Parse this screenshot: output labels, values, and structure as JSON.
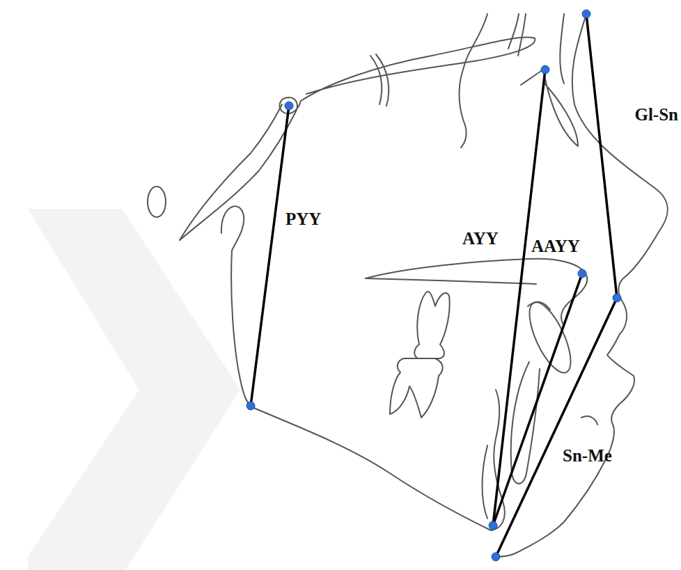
{
  "diagram": {
    "labels": [
      "PYY",
      "AYY",
      "AAYY",
      "Gl-Sn",
      "Sn-Me"
    ]
  }
}
